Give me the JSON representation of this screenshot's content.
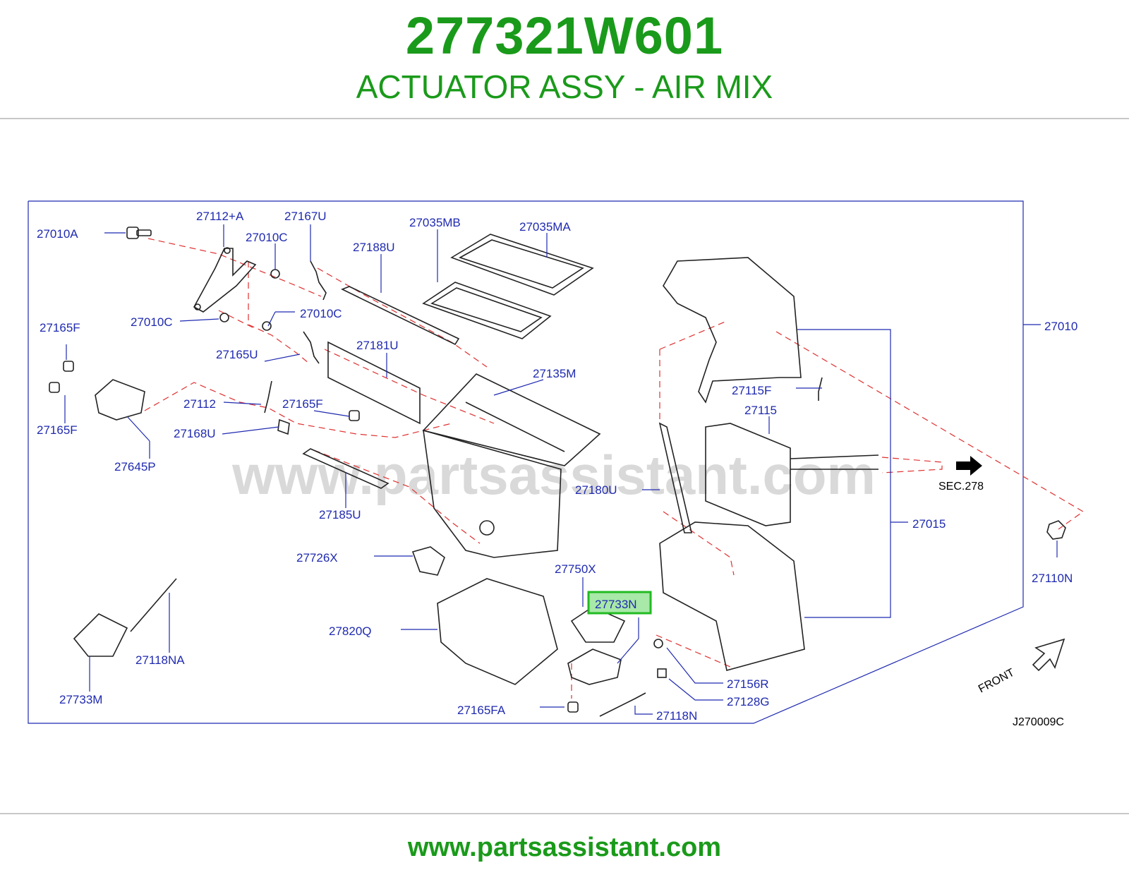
{
  "header": {
    "part_number": "277321W601",
    "part_name": "ACTUATOR ASSY - AIR MIX"
  },
  "diagram": {
    "watermark": "www.partsassistant.com",
    "reference_code": "J270009C",
    "front_label": "FRONT",
    "section_ref": "SEC.278",
    "highlight_color": "#22bb22",
    "labels": {
      "p27010A": "27010A",
      "p27112A": "27112+A",
      "p27167U": "27167U",
      "p27010C_1": "27010C",
      "p27188U": "27188U",
      "p27035MB": "27035MB",
      "p27035MA": "27035MA",
      "p27165F_1": "27165F",
      "p27010C_2": "27010C",
      "p27010C_3": "27010C",
      "p27165U": "27165U",
      "p27181U": "27181U",
      "p27135M": "27135M",
      "p27112": "27112",
      "p27165F_2": "27165F",
      "p27165F_3": "27165F",
      "p27168U": "27168U",
      "p27645P": "27645P",
      "p27185U": "27185U",
      "p27180U": "27180U",
      "p27726X": "27726X",
      "p27750X": "27750X",
      "p27733N": "27733N",
      "p27820Q": "27820Q",
      "p27118NA": "27118NA",
      "p27733M": "27733M",
      "p27165FA": "27165FA",
      "p27156R": "27156R",
      "p27128G": "27128G",
      "p27118N": "27118N",
      "p27010": "27010",
      "p27115F": "27115F",
      "p27115": "27115",
      "p27015": "27015",
      "p27110N": "27110N"
    }
  },
  "footer": {
    "url": "www.partsassistant.com"
  }
}
